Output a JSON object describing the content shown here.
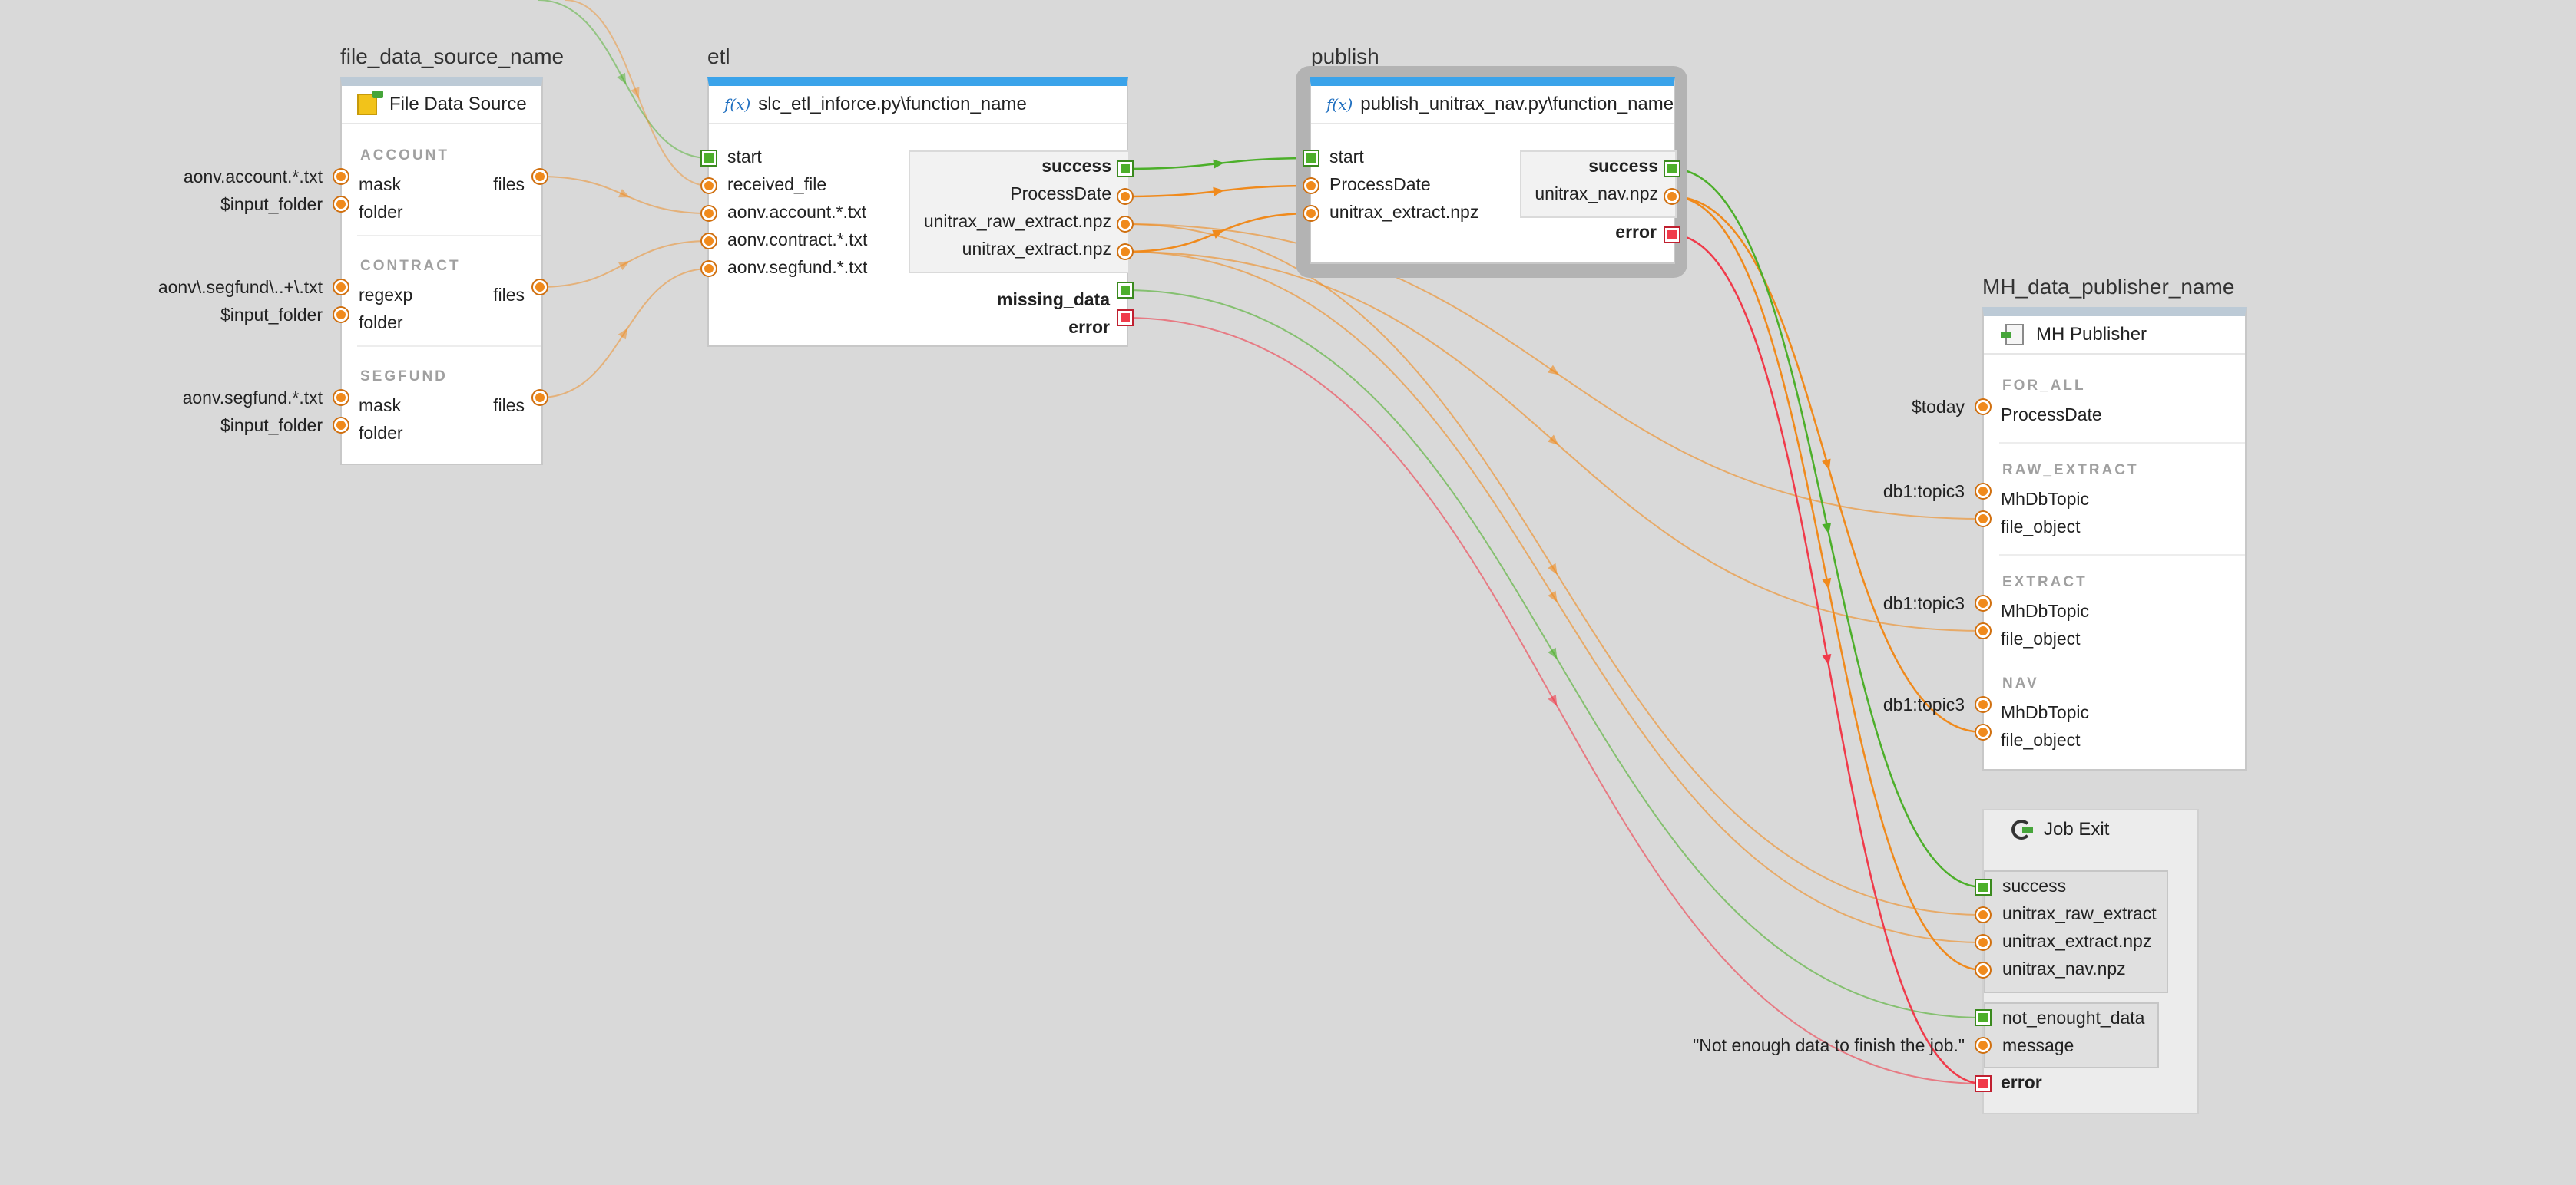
{
  "nodes": {
    "file_source": {
      "title": "file_data_source_name",
      "header": "File Data Source",
      "icon": "file-data-source-icon",
      "sections": [
        {
          "label": "ACCOUNT",
          "rows": [
            {
              "ext": "aonv.account.*.txt",
              "pin": "mask",
              "out": "files"
            },
            {
              "ext": "$input_folder",
              "pin": "folder",
              "out": ""
            }
          ]
        },
        {
          "label": "CONTRACT",
          "rows": [
            {
              "ext": "aonv\\.segfund\\..+\\.txt",
              "pin": "regexp",
              "out": "files"
            },
            {
              "ext": "$input_folder",
              "pin": "folder",
              "out": ""
            }
          ]
        },
        {
          "label": "SEGFUND",
          "rows": [
            {
              "ext": "aonv.segfund.*.txt",
              "pin": "mask",
              "out": "files"
            },
            {
              "ext": "$input_folder",
              "pin": "folder",
              "out": ""
            }
          ]
        }
      ]
    },
    "etl": {
      "title": "etl",
      "fx": "f(x)",
      "header": "slc_etl_inforce.py\\function_name",
      "inputs": [
        "start",
        "received_file",
        "aonv.account.*.txt",
        "aonv.contract.*.txt",
        "aonv.segfund.*.txt"
      ],
      "outputs": [
        "success",
        "ProcessDate",
        "unitrax_raw_extract.npz",
        "unitrax_extract.npz"
      ],
      "missing": "missing_data",
      "error": "error"
    },
    "publish": {
      "title": "publish",
      "fx": "f(x)",
      "header": "publish_unitrax_nav.py\\function_name",
      "inputs": [
        "start",
        "ProcessDate",
        "unitrax_extract.npz"
      ],
      "outputs": [
        "success",
        "unitrax_nav.npz"
      ],
      "error": "error"
    },
    "publisher": {
      "title": "MH_data_publisher_name",
      "header": "MH Publisher",
      "sections": [
        {
          "label": "FOR_ALL",
          "rows": [
            {
              "ext": "$today",
              "pin": "ProcessDate"
            }
          ]
        },
        {
          "label": "RAW_EXTRACT",
          "rows": [
            {
              "ext": "db1:topic3",
              "pin": "MhDbTopic"
            },
            {
              "ext": "",
              "pin": "file_object"
            }
          ]
        },
        {
          "label": "EXTRACT",
          "rows": [
            {
              "ext": "db1:topic3",
              "pin": "MhDbTopic"
            },
            {
              "ext": "",
              "pin": "file_object"
            }
          ]
        },
        {
          "label": "NAV",
          "rows": [
            {
              "ext": "db1:topic3",
              "pin": "MhDbTopic"
            },
            {
              "ext": "",
              "pin": "file_object"
            }
          ]
        }
      ]
    },
    "job_exit": {
      "header": "Job Exit",
      "group1": [
        "success",
        "unitrax_raw_extract",
        "unitrax_extract.npz",
        "unitrax_nav.npz"
      ],
      "group2": [
        "not_enought_data",
        "message"
      ],
      "message_value": "\"Not enough data to finish the job.\"",
      "error": "error"
    }
  },
  "colors": {
    "background": "#d9d9d9",
    "data_wire": "#f08a1c",
    "control_wire": "#4caf2a",
    "error_wire": "#f03a4a",
    "header_blue": "#3aa3ea"
  }
}
